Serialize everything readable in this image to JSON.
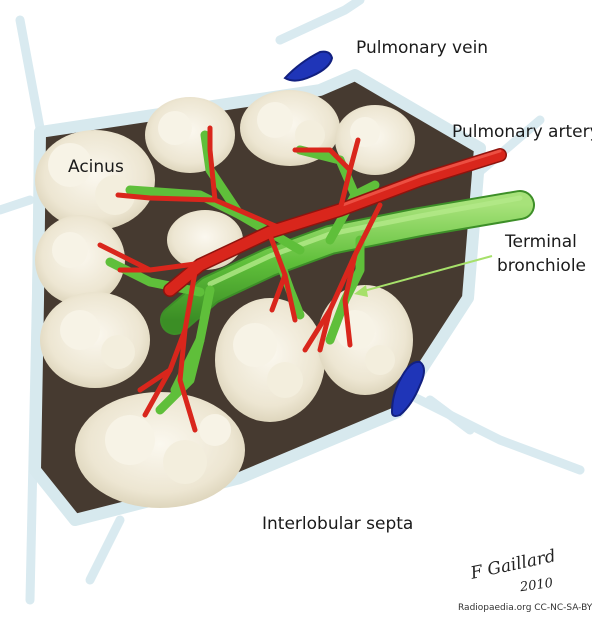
{
  "labels": {
    "pulmonary_vein": "Pulmonary vein",
    "pulmonary_artery": "Pulmonary artery",
    "acinus": "Acinus",
    "terminal_bronchiole_line1": "Terminal",
    "terminal_bronchiole_line2": "bronchiole",
    "interlobular_septa": "Interlobular septa"
  },
  "signature": {
    "name": "F Gaillard",
    "year": "2010"
  },
  "credit": "Radiopaedia.org CC-NC-SA-BY",
  "colors": {
    "artery": "#d9261c",
    "bronchiole": "#5fbf3a",
    "vein": "#1f35b8",
    "septa": "#d7e9ee",
    "lobule_background": "#463a30",
    "acinus": "#f2ede0",
    "pointer_arrow": "#a6e06a"
  }
}
